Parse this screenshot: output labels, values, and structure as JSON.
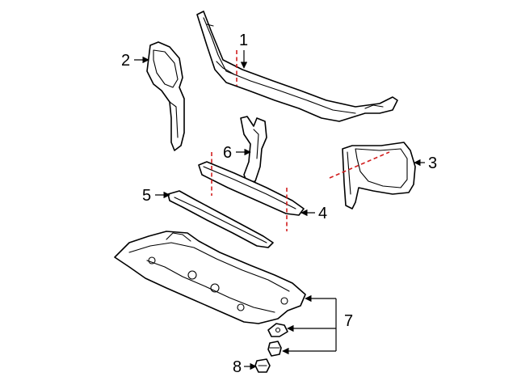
{
  "callouts": {
    "c1": "1",
    "c2": "2",
    "c3": "3",
    "c4": "4",
    "c5": "5",
    "c6": "6",
    "c7": "7",
    "c8": "8"
  },
  "colors": {
    "line": "#000000",
    "cut_line": "#d21f1f",
    "background": "#ffffff"
  }
}
